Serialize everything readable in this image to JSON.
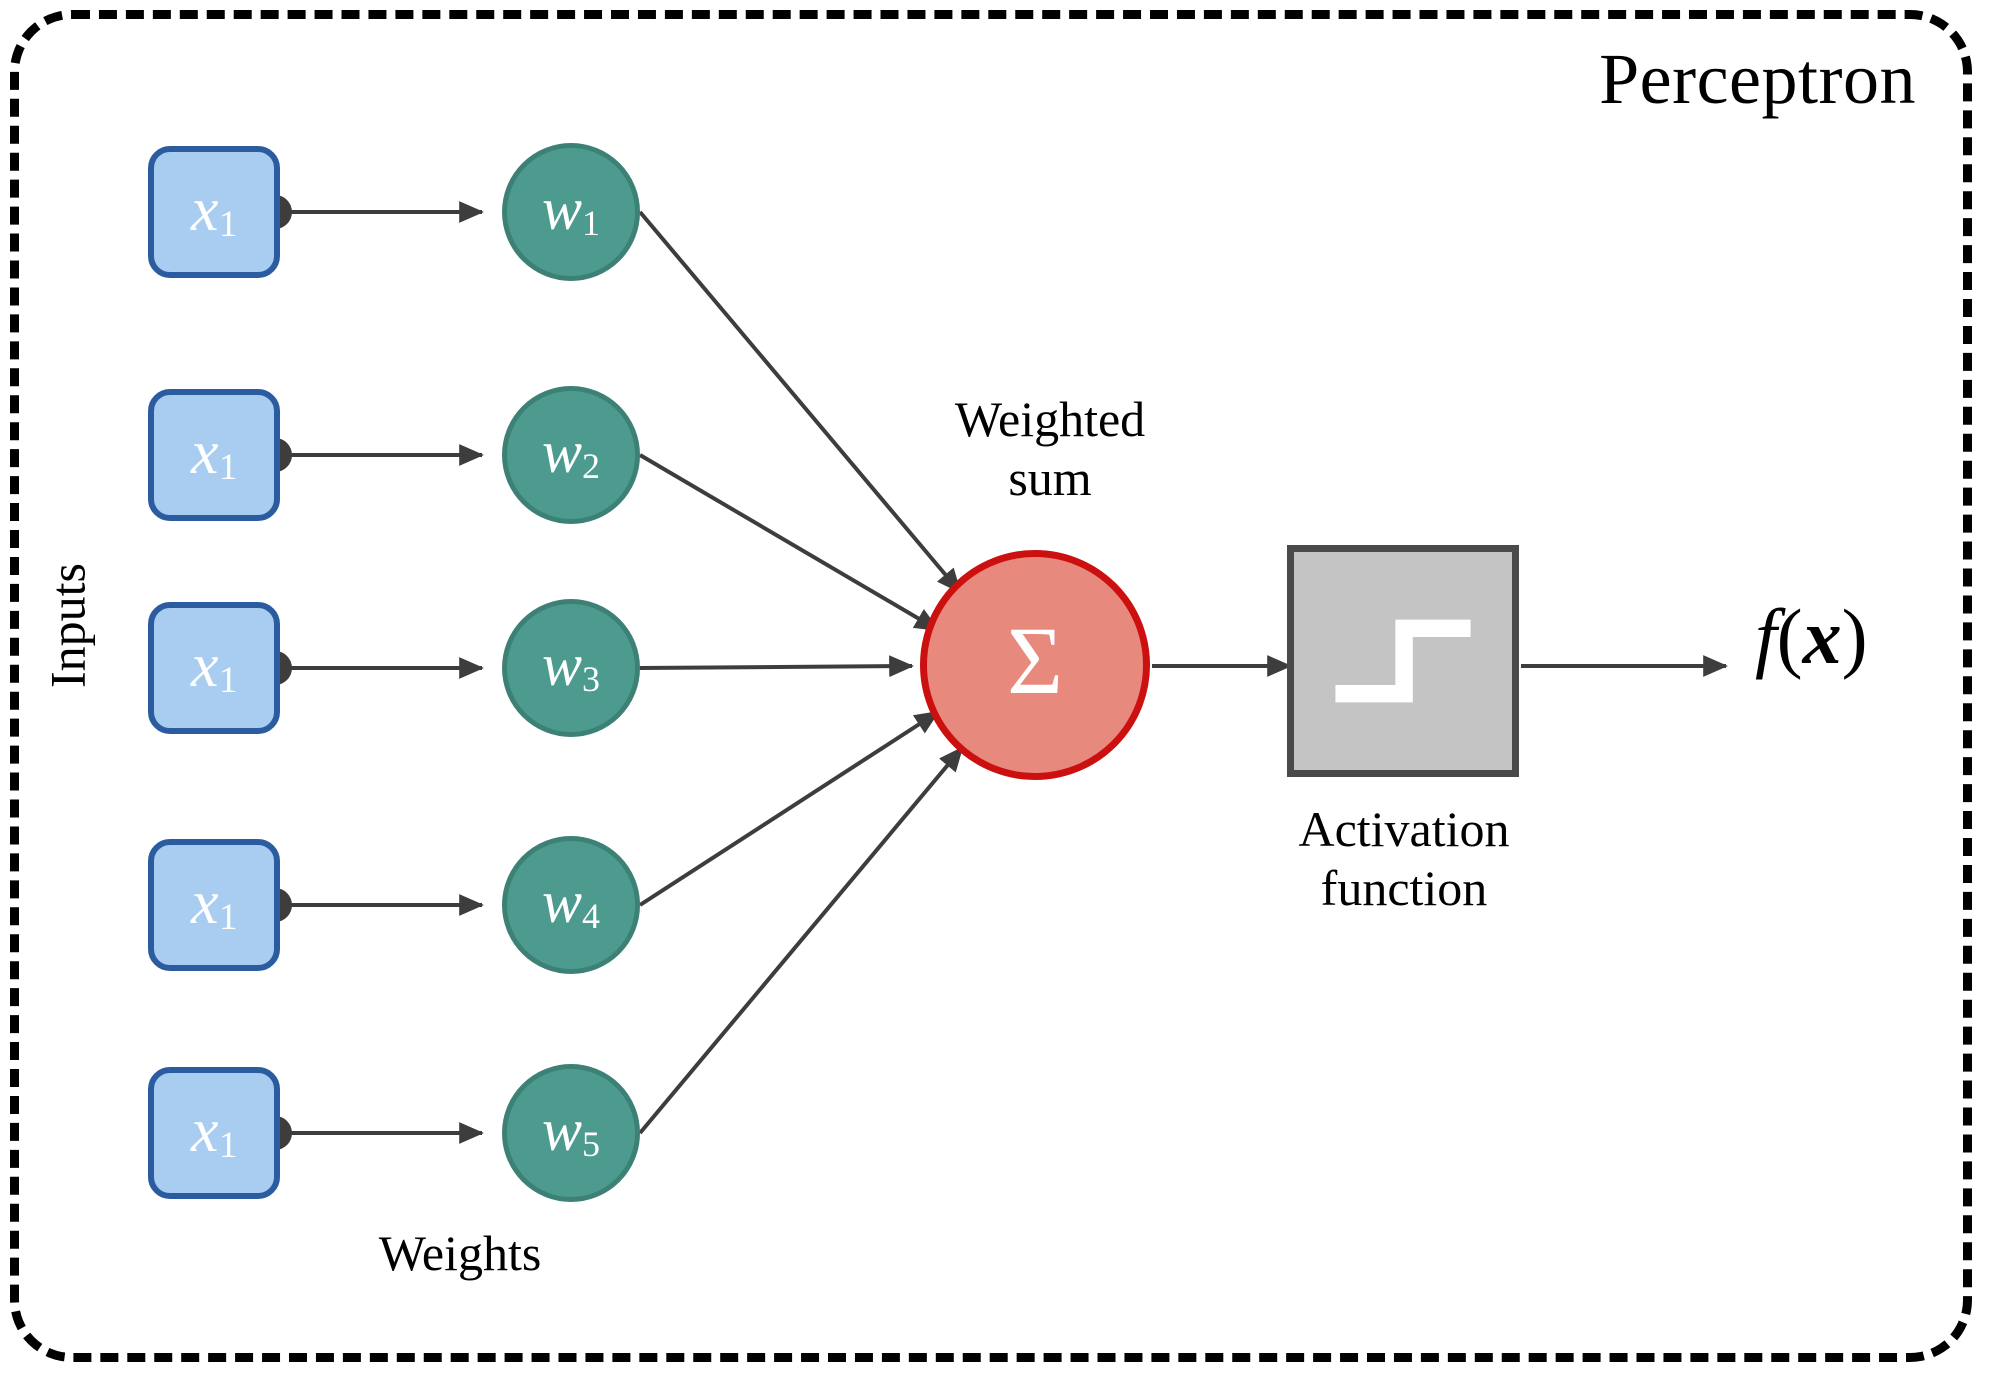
{
  "diagram": {
    "title": "Perceptron",
    "type": "perceptron-neural-network-schematic"
  },
  "labels": {
    "inputs_group": "Inputs",
    "weights_group": "Weights",
    "weighted_sum": "Weighted\nsum",
    "activation_function": "Activation\nfunction"
  },
  "inputs": [
    {
      "id": "x-1",
      "label": "x",
      "subscript": "1"
    },
    {
      "id": "x-2",
      "label": "x",
      "subscript": "1"
    },
    {
      "id": "x-3",
      "label": "x",
      "subscript": "1"
    },
    {
      "id": "x-4",
      "label": "x",
      "subscript": "1"
    },
    {
      "id": "x-5",
      "label": "x",
      "subscript": "1"
    }
  ],
  "weights": [
    {
      "id": "w-1",
      "label": "w",
      "subscript": "1"
    },
    {
      "id": "w-2",
      "label": "w",
      "subscript": "2"
    },
    {
      "id": "w-3",
      "label": "w",
      "subscript": "3"
    },
    {
      "id": "w-4",
      "label": "w",
      "subscript": "4"
    },
    {
      "id": "w-5",
      "label": "w",
      "subscript": "5"
    }
  ],
  "sum_node": {
    "symbol": "Σ",
    "name": "weighted-sum-node"
  },
  "activation_node": {
    "glyph": "step-function",
    "name": "activation-function-box"
  },
  "output": {
    "f": "f",
    "open_paren": "(",
    "x": "x",
    "close_paren": ")",
    "full": "f(x)"
  },
  "colors": {
    "input_fill": "#a8cdf0",
    "input_border": "#2b5ca0",
    "weight_fill": "#4d9b8f",
    "weight_border": "#3d8176",
    "sum_fill": "#e8897e",
    "sum_border": "#cc1010",
    "activation_fill": "#c4c4c4",
    "activation_border": "#4a4a4a",
    "wire": "#3d3d3d",
    "frame": "#000000",
    "text": "#000000",
    "node_text": "#ffffff"
  }
}
